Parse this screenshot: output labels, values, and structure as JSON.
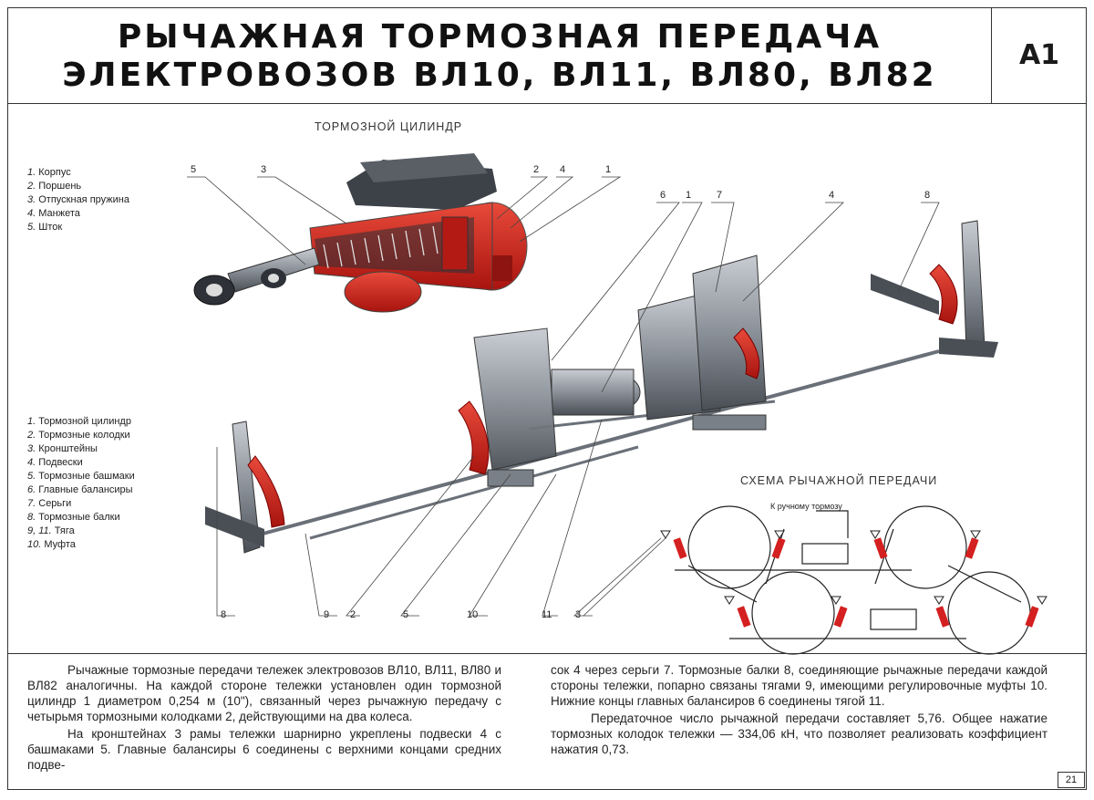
{
  "header": {
    "title_line1": "РЫЧАЖНАЯ ТОРМОЗНАЯ ПЕРЕДАЧА",
    "title_line2": "ЭЛЕКТРОВОЗОВ ВЛ10, ВЛ11, ВЛ80, ВЛ82",
    "code": "А1"
  },
  "cylinder": {
    "caption": "ТОРМОЗНОЙ ЦИЛИНДР",
    "legend": [
      {
        "num": "1.",
        "label": "Корпус"
      },
      {
        "num": "2.",
        "label": "Поршень"
      },
      {
        "num": "3.",
        "label": "Отпускная пружина"
      },
      {
        "num": "4.",
        "label": "Манжета"
      },
      {
        "num": "5.",
        "label": "Шток"
      }
    ],
    "callouts": [
      "5",
      "3",
      "2",
      "4",
      "1"
    ]
  },
  "linkage": {
    "legend": [
      {
        "num": "1.",
        "label": "Тормозной цилиндр"
      },
      {
        "num": "2.",
        "label": "Тормозные колодки"
      },
      {
        "num": "3.",
        "label": "Кронштейны"
      },
      {
        "num": "4.",
        "label": "Подвески"
      },
      {
        "num": "5.",
        "label": "Тормозные башмаки"
      },
      {
        "num": "6.",
        "label": "Главные балансиры"
      },
      {
        "num": "7.",
        "label": "Серьги"
      },
      {
        "num": "8.",
        "label": "Тормозные балки"
      },
      {
        "num": "9, 11.",
        "label": "Тяга"
      },
      {
        "num": "10.",
        "label": "Муфта"
      }
    ],
    "top_callouts": [
      "6",
      "1",
      "7",
      "4",
      "8"
    ],
    "bottom_callouts": [
      "8",
      "9",
      "2",
      "5",
      "10",
      "11",
      "3"
    ]
  },
  "scheme": {
    "caption": "СХЕМА РЫЧАЖНОЙ ПЕРЕДАЧИ",
    "hand_brake_label": "К ручному тормозу"
  },
  "text": {
    "left_p1": "Рычажные тормозные передачи тележек электровозов ВЛ10, ВЛ11, ВЛ80 и ВЛ82 аналогичны. На каждой стороне тележки установлен один тормозной цилиндр 1 диаметром 0,254 м (10\"), связанный через рычажную передачу с четырьмя тормозными колодками 2, действующими на два колеса.",
    "left_p2": "На кронштейнах 3 рамы тележки шарнирно укреплены подвески 4 с башмаками 5. Главные балансиры 6 соединены с верхними концами средних подве-",
    "right_p1": "сок 4 через серьги 7. Тормозные балки 8, соединяющие рычажные передачи каждой стороны тележки, попарно связаны тягами 9, имеющими регулировочные муфты 10. Нижние концы главных балансиров 6 соединены тягой 11.",
    "right_p2": "Передаточное число рычажной передачи составляет 5,76. Общее нажатие тормозных колодок тележки — 334,06 кН, что позволяет реализовать коэффициент нажатия 0,73."
  },
  "page_number": "21",
  "colors": {
    "brake_red": "#d42020",
    "steel": "#8a9098",
    "dark_steel": "#4a4f56",
    "border": "#333333"
  }
}
